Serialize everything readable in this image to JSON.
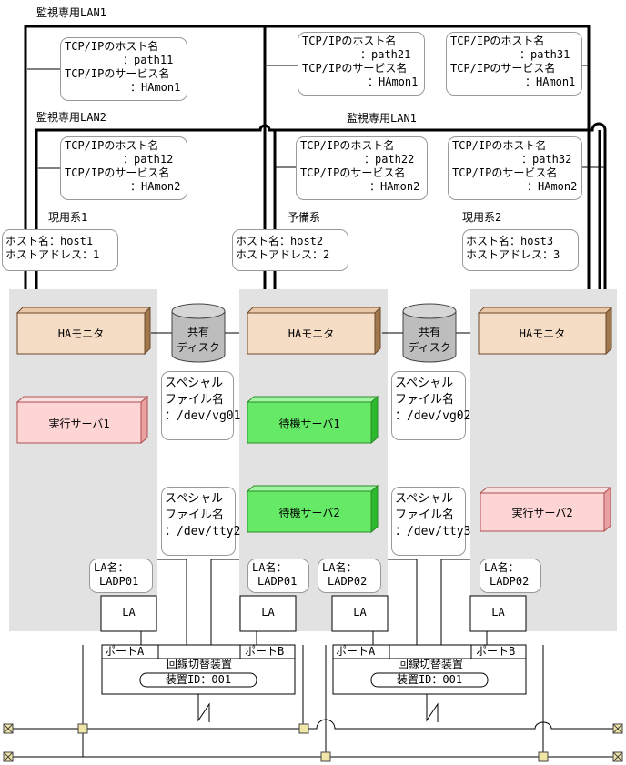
{
  "lan_top": "監視専用LAN1",
  "lan2": "監視専用LAN2",
  "lan1b": "監視専用LAN1",
  "tcp": [
    {
      "l1": "TCP/IPのホスト名",
      "l2": "：path11",
      "l3": "TCP/IPのサービス名",
      "l4": "：HAmon1"
    },
    {
      "l1": "TCP/IPのホスト名",
      "l2": "：path21",
      "l3": "TCP/IPのサービス名",
      "l4": "：HAmon1"
    },
    {
      "l1": "TCP/IPのホスト名",
      "l2": "：path31",
      "l3": "TCP/IPのサービス名",
      "l4": "：HAmon1"
    },
    {
      "l1": "TCP/IPのホスト名",
      "l2": "：path12",
      "l3": "TCP/IPのサービス名",
      "l4": "：HAmon2"
    },
    {
      "l1": "TCP/IPのホスト名",
      "l2": "：path22",
      "l3": "TCP/IPのサービス名",
      "l4": "：HAmon2"
    },
    {
      "l1": "TCP/IPのホスト名",
      "l2": "：path32",
      "l3": "TCP/IPのサービス名",
      "l4": "：HAmon2"
    }
  ],
  "systems": [
    {
      "role": "現用系1",
      "host": "ホスト名：host1",
      "addr": "ホストアドレス：1"
    },
    {
      "role": "予備系",
      "host": "ホスト名：host2",
      "addr": "ホストアドレス：2"
    },
    {
      "role": "現用系2",
      "host": "ホスト名：host3",
      "addr": "ホストアドレス：3"
    }
  ],
  "ha_monitor": "HAモニタ",
  "shared_disk": [
    "共有",
    "ディスク"
  ],
  "special": [
    {
      "l1": "スペシャル",
      "l2": "ファイル名",
      "l3": "：/dev/vg01"
    },
    {
      "l1": "スペシャル",
      "l2": "ファイル名",
      "l3": "：/dev/vg02"
    },
    {
      "l1": "スペシャル",
      "l2": "ファイル名",
      "l3": "：/dev/tty2"
    },
    {
      "l1": "スペシャル",
      "l2": "ファイル名",
      "l3": "：/dev/tty3"
    }
  ],
  "servers": {
    "exec1": "実行サーバ1",
    "standby1": "待機サーバ1",
    "standby2": "待機サーバ2",
    "exec2": "実行サーバ2"
  },
  "la_names": [
    {
      "l1": "LA名：",
      "l2": "LADP01"
    },
    {
      "l1": "LA名：",
      "l2": "LADP01"
    },
    {
      "l1": "LA名：",
      "l2": "LADP02"
    },
    {
      "l1": "LA名：",
      "l2": "LADP02"
    }
  ],
  "la": "LA",
  "switch": {
    "port_a": "ポートA",
    "port_b": "ポートB",
    "title": "回線切替装置",
    "id": "装置ID：001"
  },
  "colors": {
    "server_panel": "#e2e2e2",
    "ha": "#f5dcc4",
    "exec": "#fdd5d5",
    "standby": "#66e966",
    "disk": "#bdbdbd",
    "terminal": "#f0e6a8"
  }
}
